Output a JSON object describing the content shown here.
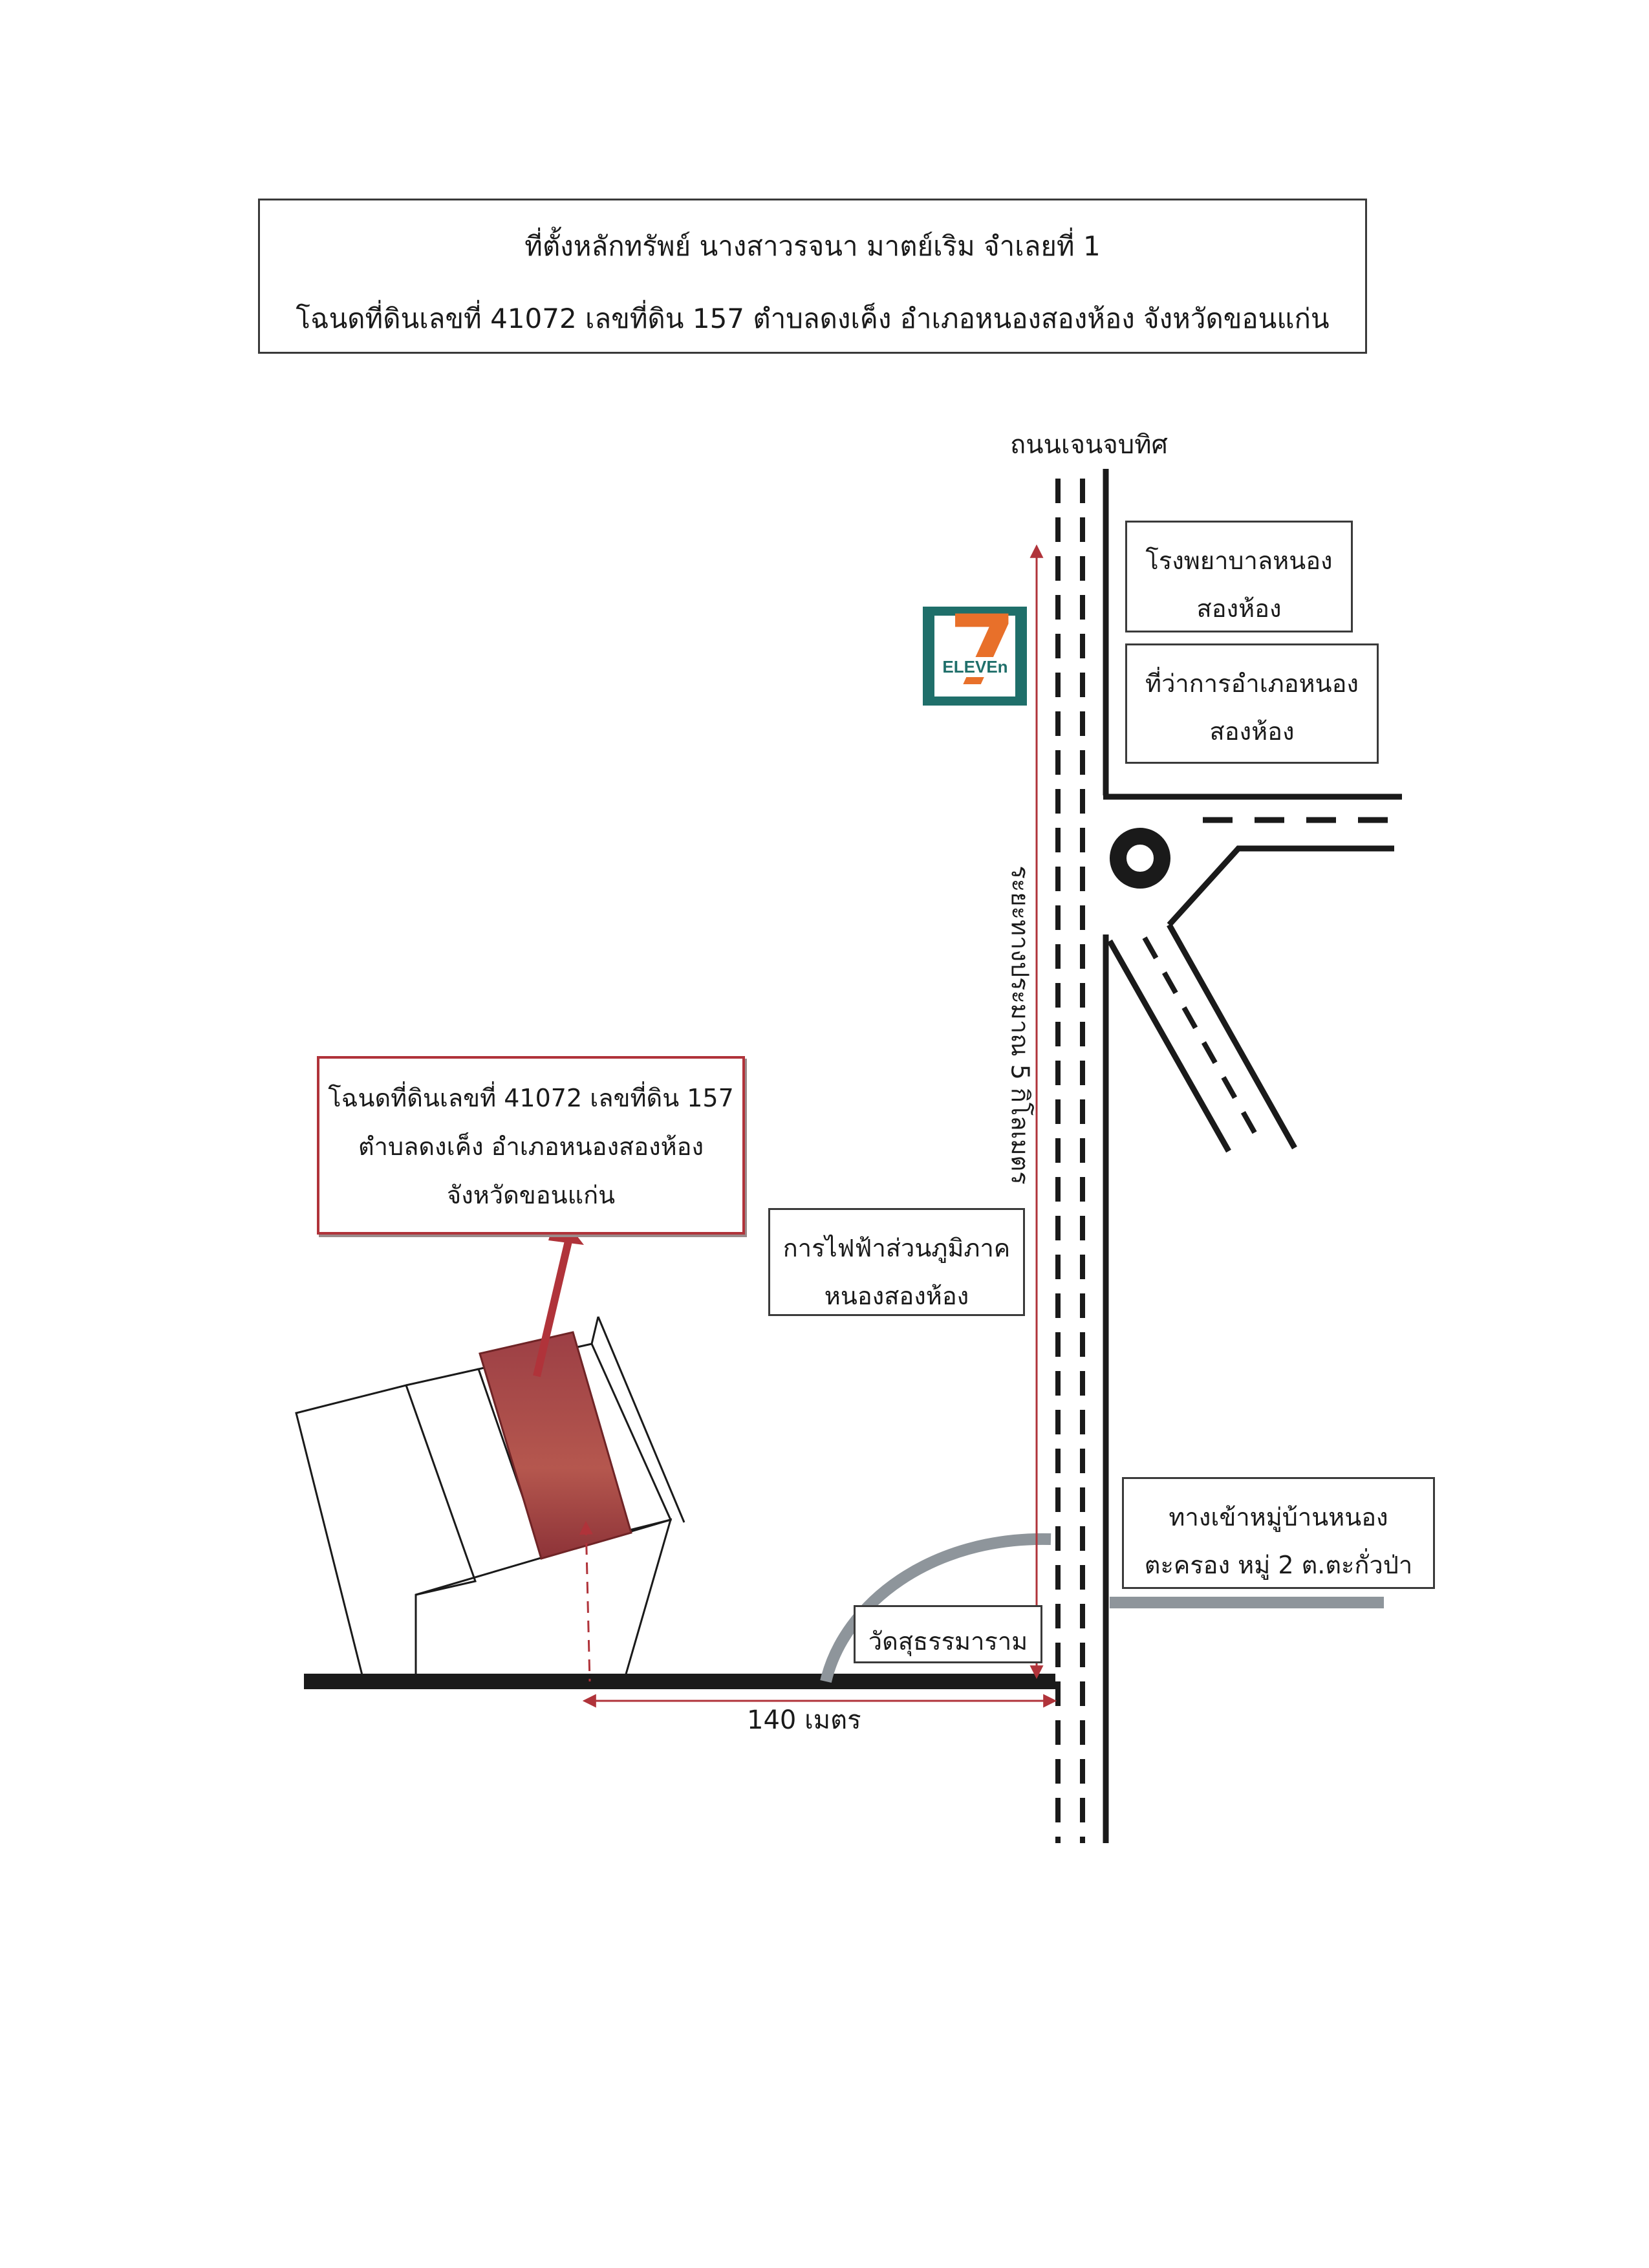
{
  "header": {
    "line1": "ที่ตั้งหลักทรัพย์ นางสาวรจนา  มาตย์เริม   จำเลยที่ 1",
    "line2": "โฉนดที่ดินเลขที่ 41072 เลขที่ดิน 157   ตำบลดงเค็ง   อำเภอหนองสองห้อง  จังหวัดขอนแก่น"
  },
  "road_label": "ถนนเจนจบทิศ",
  "brand": {
    "name": "7-ELEVEN",
    "text": "ELEVEn",
    "digit": "7"
  },
  "landmarks": {
    "hospital": {
      "line1": "โรงพยาบาลหนอง",
      "line2": "สองห้อง"
    },
    "district_office": {
      "line1": "ที่ว่าการอำเภอหนอง",
      "line2": "สองห้อง"
    },
    "electricity": {
      "line1": "การไฟฟ้าส่วนภูมิภาค",
      "line2": "หนองสองห้อง"
    },
    "village_entrance": {
      "line1": "ทางเข้าหมู่บ้านหนอง",
      "line2": "ตะครอง หมู่ 2 ต.ตะกั่วป่า"
    },
    "temple": "วัดสุธรรมาราม"
  },
  "property_callout": {
    "line1": "โฉนดที่ดินเลขที่ 41072 เลขที่ดิน 157",
    "line2": "ตำบลดงเค็ง   อำเภอหนองสองห้อง",
    "line3": "จังหวัดขอนแก่น"
  },
  "distances": {
    "vertical": "ระยะทางประมาณ 5 กิโลเมตร",
    "horizontal": "140 เมตร"
  },
  "colors": {
    "road": "#1a1a1a",
    "distance_line": "#b0333a",
    "property_fill": "#a8474a",
    "brand_bg": "#1f6f6a",
    "brand_orange": "#e8702a",
    "side_road": "#8e959b"
  }
}
